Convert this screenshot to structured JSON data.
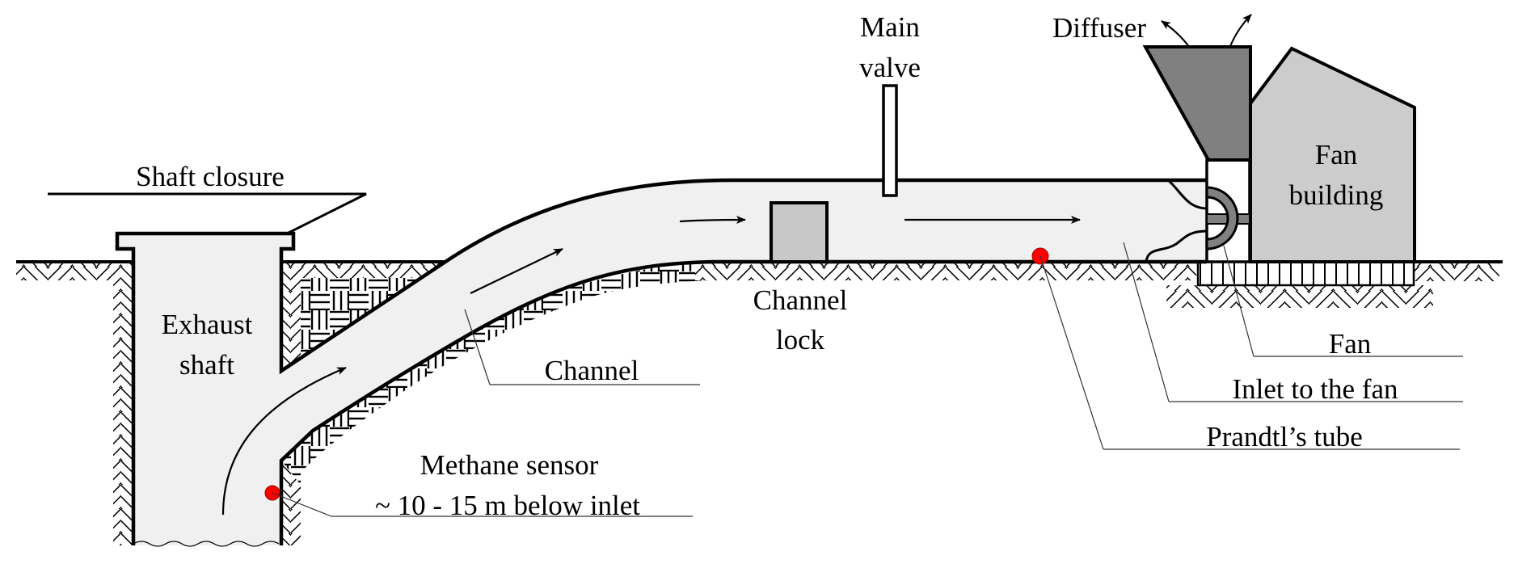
{
  "figure": {
    "title": "Mine ventilation exhaust system schematic",
    "colors": {
      "air": "#f0f0f0",
      "channel_lock": "#c8c8c8",
      "fan_building": "#cccccc",
      "diffuser": "#808080",
      "fan": "#808080",
      "sensor": "#ff0000",
      "line": "#000000"
    }
  },
  "labels": {
    "shaft_closure": "Shaft closure",
    "exhaust_shaft_line1": "Exhaust",
    "exhaust_shaft_line2": "shaft",
    "channel": "Channel",
    "channel_lock_line1": "Channel",
    "channel_lock_line2": "lock",
    "main_valve_line1": "Main",
    "main_valve_line2": "valve",
    "diffuser": "Diffuser",
    "fan_building_line1": "Fan",
    "fan_building_line2": "building",
    "fan": "Fan",
    "inlet_to_fan": "Inlet to the fan",
    "prandtl_tube": "Prandtl’s tube",
    "methane_sensor_line1": "Methane sensor",
    "methane_sensor_line2": "~ 10 - 15 m below inlet"
  },
  "components": [
    {
      "id": "exhaust-shaft",
      "label": "Exhaust shaft"
    },
    {
      "id": "shaft-closure",
      "label": "Shaft closure"
    },
    {
      "id": "channel",
      "label": "Channel"
    },
    {
      "id": "channel-lock",
      "label": "Channel lock"
    },
    {
      "id": "main-valve",
      "label": "Main valve"
    },
    {
      "id": "prandtl-tube",
      "label": "Prandtl’s tube",
      "marker": "red-dot"
    },
    {
      "id": "methane-sensor",
      "label": "Methane sensor",
      "note": "~ 10 - 15 m below inlet",
      "marker": "red-dot"
    },
    {
      "id": "inlet-to-fan",
      "label": "Inlet to the fan"
    },
    {
      "id": "fan",
      "label": "Fan"
    },
    {
      "id": "diffuser",
      "label": "Diffuser"
    },
    {
      "id": "fan-building",
      "label": "Fan building"
    }
  ],
  "flow_direction": [
    "exhaust-shaft",
    "channel",
    "channel-lock",
    "main-valve",
    "inlet-to-fan",
    "fan",
    "diffuser"
  ]
}
